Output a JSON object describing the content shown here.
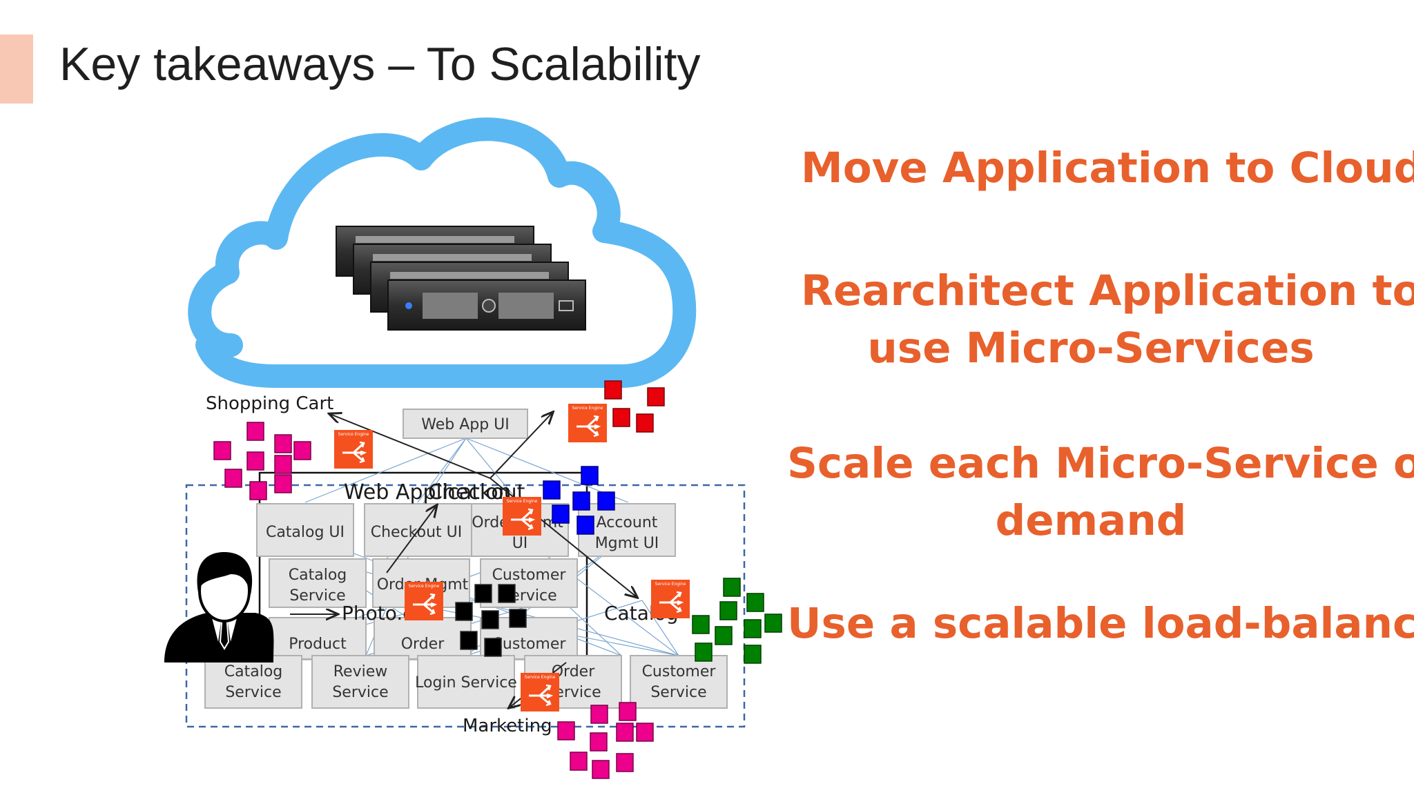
{
  "slide": {
    "title": "Key takeaways – To Scalability",
    "accent_color": "#f9c8b4"
  },
  "takeaways": [
    {
      "lines": [
        "Move Application to Cloud"
      ]
    },
    {
      "lines": [
        "Rearchitect Application to",
        "use Micro-Services"
      ]
    },
    {
      "lines": [
        "Scale each Micro-Service on",
        "demand"
      ]
    },
    {
      "lines": [
        "Use a scalable load-balancer"
      ]
    }
  ],
  "takeaway_color": "#e8602c",
  "diagram": {
    "cloud": {
      "icon": "cloud-icon",
      "color": "#5cb8f2"
    },
    "servers": {
      "icon": "server-rack-icon",
      "count": 4
    },
    "floating_labels": {
      "shopping_cart": "Shopping Cart",
      "web_app_ui": "Web App UI",
      "web_application": "Web Application",
      "checkout": "Checkout",
      "photo_com": "Photo.com",
      "catalog": "Catalog",
      "marketing": "Marketing"
    },
    "ui_boxes": {
      "catalog_ui": "Catalog UI",
      "checkout_ui": "Checkout UI",
      "order_mgmt_ui": "Order Mgmt UI",
      "account_mgmt_ui": "Account Mgmt UI"
    },
    "mid_boxes": {
      "catalog_service": "Catalog Service",
      "order_mgmt": "Order Mgmt",
      "customer_service": "Customer Service",
      "product": "Product",
      "order": "Order",
      "customer": "Customer"
    },
    "bottom_boxes": {
      "catalog_service": "Catalog Service",
      "review_service": "Review Service",
      "login_service": "Login Service",
      "order_service": "Order Service",
      "customer_service": "Customer Service"
    },
    "load_balancer_icon": "service-engine-icon",
    "load_balancer_color": "#f4511e",
    "load_balancer_caption": "Service Engine",
    "cluster_colors": {
      "magenta": "#ec008c",
      "red": "#e8000b",
      "blue": "#0000ff",
      "black": "#000000",
      "green": "#008000"
    },
    "user_icon": "user-avatar-icon"
  }
}
